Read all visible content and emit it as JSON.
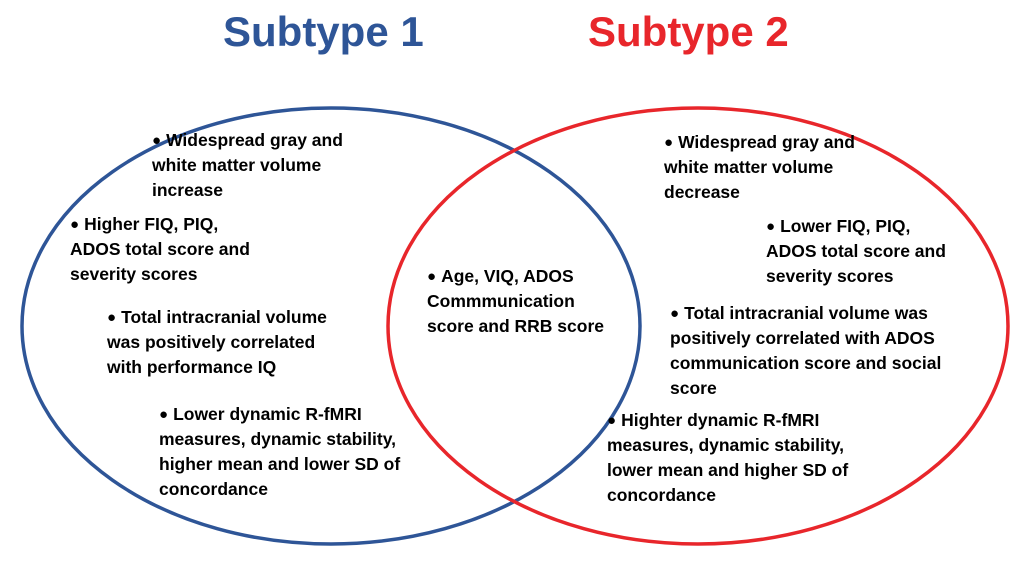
{
  "subtype1": {
    "title": "Subtype 1",
    "color": "#2e5597",
    "items": [
      [
        "Widespread  gray and",
        "white matter volume",
        "increase"
      ],
      [
        "Higher FIQ, PIQ,",
        "ADOS total score and",
        "severity scores"
      ],
      [
        "Total intracranial volume",
        "was positively correlated",
        "with performance IQ"
      ],
      [
        "Lower dynamic R-fMRI",
        "measures, dynamic stability,",
        "higher mean and lower SD of",
        "concordance"
      ]
    ]
  },
  "subtype2": {
    "title": "Subtype 2",
    "color": "#e8262b",
    "items": [
      [
        "Widespread  gray and",
        "white matter volume",
        "decrease"
      ],
      [
        "Lower FIQ, PIQ,",
        "ADOS total score and",
        "severity scores"
      ],
      [
        "Total intracranial volume was",
        "positively correlated with ADOS",
        "communication score and social",
        "score"
      ],
      [
        "Highter dynamic R-fMRI",
        "measures, dynamic stability,",
        "lower mean and higher SD of",
        "concordance"
      ]
    ]
  },
  "shared": {
    "items": [
      [
        "Age, VIQ, ADOS",
        "Commmunication",
        "score and RRB score"
      ]
    ]
  },
  "icons": {
    "bullet": "bullet-icon"
  }
}
